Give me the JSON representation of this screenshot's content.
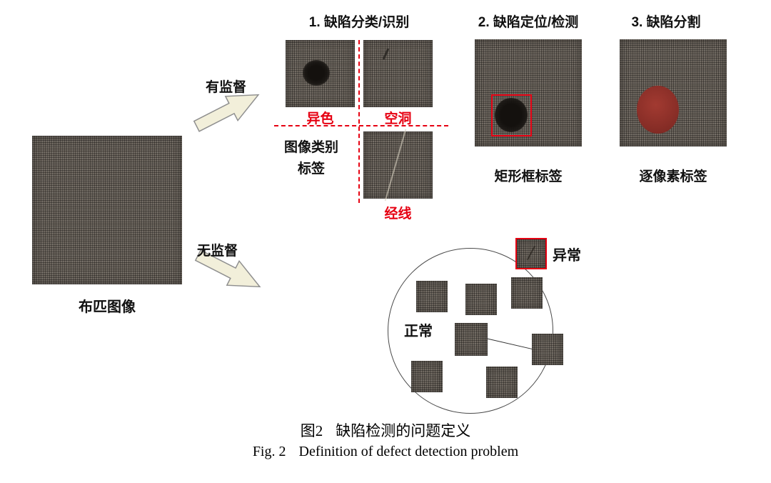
{
  "source": {
    "label": "布匹图像"
  },
  "arrows": {
    "supervised": "有监督",
    "unsupervised": "无监督"
  },
  "classification": {
    "title": "1. 缺陷分类/识别",
    "defect_color": "异色",
    "defect_hole": "空洞",
    "defect_warp": "经线",
    "tag_line1": "图像类别",
    "tag_line2": "标签"
  },
  "localization": {
    "title": "2. 缺陷定位/检测",
    "tag": "矩形框标签"
  },
  "segmentation": {
    "title": "3. 缺陷分割",
    "tag": "逐像素标签"
  },
  "cluster": {
    "normal": "正常",
    "abnormal": "异常"
  },
  "caption": {
    "zh_prefix": "图2",
    "zh_text": "缺陷检测的问题定义",
    "en_prefix": "Fig. 2",
    "en_text": "Definition of defect detection problem"
  },
  "colors": {
    "red": "#e60012",
    "blob": "#8b2f28",
    "fabric": "#6e675f",
    "arrowfill": "#f2efda"
  }
}
